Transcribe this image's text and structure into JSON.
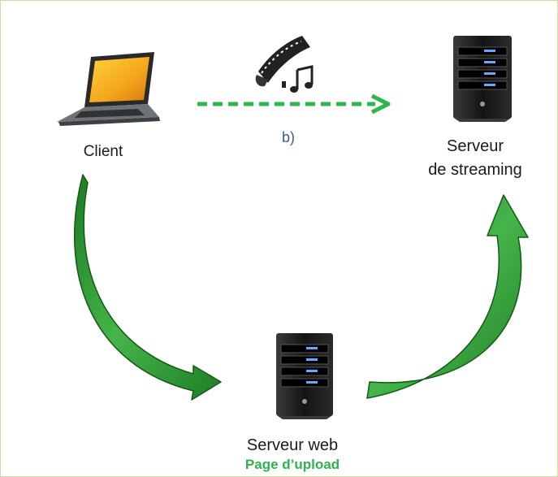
{
  "nodes": {
    "client": "Client",
    "streaming_server_line1": "Serveur",
    "streaming_server_line2": "de streaming",
    "web_server": "Serveur web",
    "web_server_sub": "Page d’upload"
  },
  "arrows": {
    "stream_step": "b)"
  },
  "colors": {
    "arrow_green": "#2e9e3a",
    "dashed_green": "#2db84e",
    "step_blue": "#3b5a8a",
    "upload_green": "#2fb24d"
  },
  "icons": [
    "laptop-icon",
    "film-music-icon",
    "server-icon"
  ]
}
